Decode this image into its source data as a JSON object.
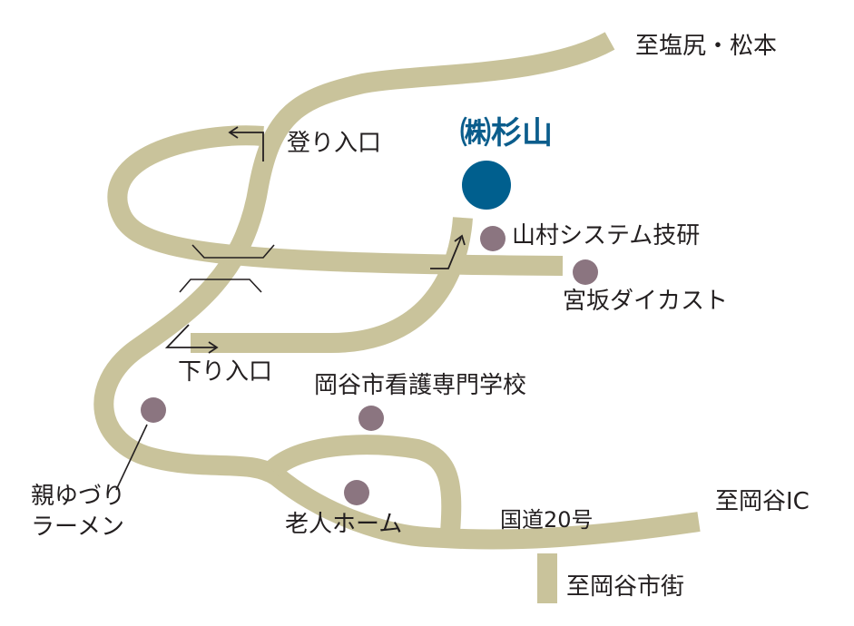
{
  "company": {
    "name": "㈱杉山",
    "marker_color": "#005f8e"
  },
  "colors": {
    "road": "#c9c39b",
    "landmark": "#8b7580",
    "text": "#231f20",
    "company_text": "#0b5d8c"
  },
  "destinations": {
    "to_shiojiri": "至塩尻・松本",
    "to_okaya_ic": "至岡谷IC",
    "to_okaya_city": "至岡谷市街"
  },
  "entrances": {
    "up": "登り入口",
    "down": "下り入口"
  },
  "road_name": "国道20号",
  "landmarks": {
    "yamamura": "山村システム技研",
    "miyasaka": "宮坂ダイカスト",
    "nursing_school": "岡谷市看護専門学校",
    "ramen_line1": "親ゆづり",
    "ramen_line2": "ラーメン",
    "elderly_home": "老人ホーム"
  }
}
